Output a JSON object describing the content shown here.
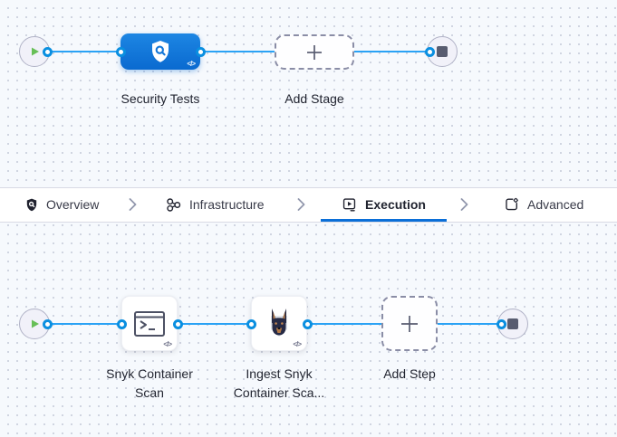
{
  "colors": {
    "background": "#f6f9fd",
    "flow_line": "#2aa2f5",
    "connector_ring": "#0a8fe0",
    "stage_blue_top": "#1d86e3",
    "stage_blue_bottom": "#0a6ad0",
    "tab_underline": "#0b6fd8",
    "play_green": "#67bf57",
    "stop_gray": "#585c70"
  },
  "stage_lane": {
    "start": {
      "icon": "play-icon"
    },
    "end": {
      "icon": "stop-icon"
    },
    "stage_node": {
      "label": "Security Tests",
      "icon": "shield-scan-icon",
      "code_badge": "</>"
    },
    "add_stage": {
      "label": "Add Stage",
      "icon": "plus-icon"
    }
  },
  "tab_bar": {
    "separator_icon": "chevron-right-icon",
    "tabs": [
      {
        "label": "Overview",
        "icon": "shield-icon",
        "active": false
      },
      {
        "label": "Infrastructure",
        "icon": "infrastructure-icon",
        "active": false
      },
      {
        "label": "Execution",
        "icon": "execution-icon",
        "active": true
      },
      {
        "label": "Advanced",
        "icon": "advanced-icon",
        "active": false
      }
    ]
  },
  "step_lane": {
    "start": {
      "icon": "play-icon"
    },
    "end": {
      "icon": "stop-icon"
    },
    "steps": [
      {
        "label": "Snyk Container Scan",
        "icon": "terminal-icon",
        "code_badge": "</>"
      },
      {
        "label": "Ingest Snyk Container Sca...",
        "icon": "snyk-dog-icon",
        "code_badge": "</>"
      }
    ],
    "add_step": {
      "label": "Add Step",
      "icon": "plus-icon"
    }
  }
}
